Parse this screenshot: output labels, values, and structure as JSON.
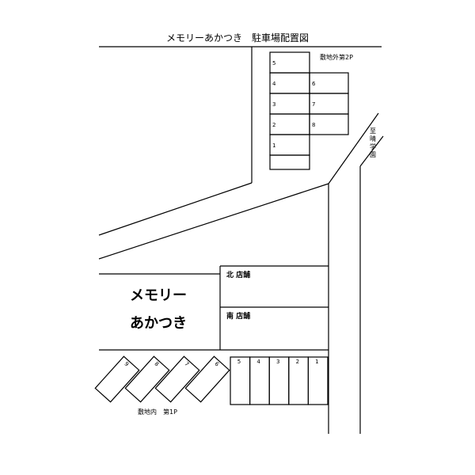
{
  "title": "メモリーあかつき　駐車場配置図",
  "off_site_label": "敷地外第2P",
  "on_site_label": "敷地内　第1P",
  "school_label": "至晴学園",
  "building": {
    "line1": "メモリー",
    "line2": "あかつき"
  },
  "shops": {
    "north": "北 店舗",
    "south": "南 店舗"
  },
  "lot2_left_numbers": [
    "5",
    "4",
    "3",
    "2",
    "1"
  ],
  "lot2_right_numbers": [
    "6",
    "7",
    "8"
  ],
  "lot1_row_numbers": [
    "5",
    "4",
    "3",
    "2",
    "1"
  ],
  "lot1_diagonal_numbers": [
    "9",
    "8",
    "7",
    "6"
  ]
}
